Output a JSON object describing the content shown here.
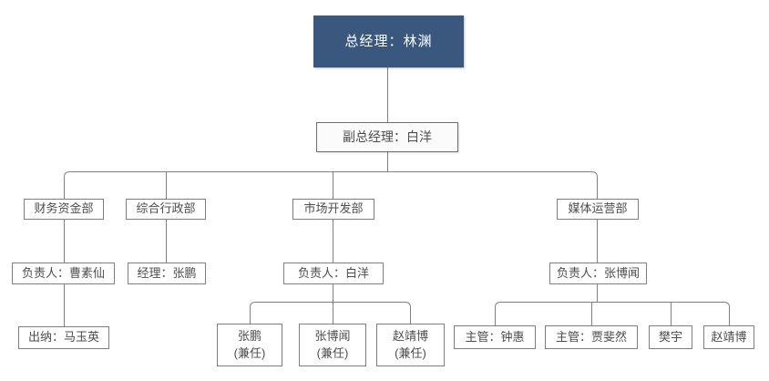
{
  "colors": {
    "canvas_bg": "#ffffff",
    "root_fill": "#3a587e",
    "root_text": "#ffffff",
    "node_fill": "#ffffff",
    "node_border": "#7f7f7f",
    "node_text": "#4d4d4d",
    "connector": "#808080"
  },
  "org": {
    "general_manager": {
      "label": "总经理：林渊"
    },
    "deputy_general_manager": {
      "label": "副总经理：白洋"
    },
    "departments": [
      {
        "label": "财务资金部",
        "head": {
          "label": "负责人：曹素仙"
        },
        "members": [
          {
            "label": "出纳：马玉英"
          }
        ]
      },
      {
        "label": "综合行政部",
        "head": {
          "label": "经理：张鹏"
        },
        "members": []
      },
      {
        "label": "市场开发部",
        "head": {
          "label": "负责人：白洋"
        },
        "members": [
          {
            "name": "张鹏",
            "note": "(兼任)"
          },
          {
            "name": "张博闻",
            "note": "(兼任)"
          },
          {
            "name": "赵靖博",
            "note": "(兼任)"
          }
        ]
      },
      {
        "label": "媒体运营部",
        "head": {
          "label": "负责人：张博闻"
        },
        "members": [
          {
            "label": "主管：钟惠"
          },
          {
            "label": "主管：贾斐然"
          },
          {
            "label": "樊宇"
          },
          {
            "label": "赵靖博"
          }
        ]
      }
    ]
  }
}
